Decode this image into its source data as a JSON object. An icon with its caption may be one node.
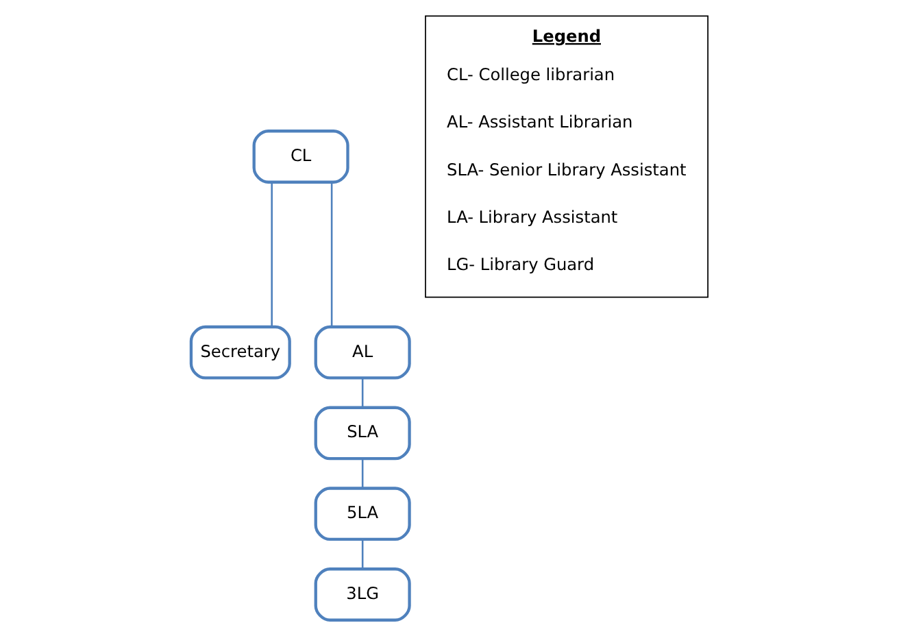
{
  "diagram": {
    "nodes": [
      {
        "text": [
          "CL"
        ]
      },
      {
        "text": [
          "Secretary"
        ]
      },
      {
        "text": [
          "AL"
        ]
      },
      {
        "text": [
          "SLA"
        ]
      },
      {
        "text": [
          "5LA"
        ]
      },
      {
        "text": [
          "3LG"
        ]
      },
      {
        "text": [
          "Legend",
          "CL- College librarian",
          "AL- Assistant Librarian",
          "SLA- Senior Library Assistant",
          "LA- Library Assistant",
          "LG- Library Guard"
        ]
      }
    ],
    "edges": [
      {
        "from": 0,
        "to": 1,
        "arrow": "none"
      },
      {
        "from": 0,
        "to": 2,
        "arrow": "none"
      },
      {
        "from": 2,
        "to": 3,
        "arrow": "none"
      },
      {
        "from": 3,
        "to": 4,
        "arrow": "none"
      },
      {
        "from": 4,
        "to": 5,
        "arrow": "none"
      }
    ]
  }
}
